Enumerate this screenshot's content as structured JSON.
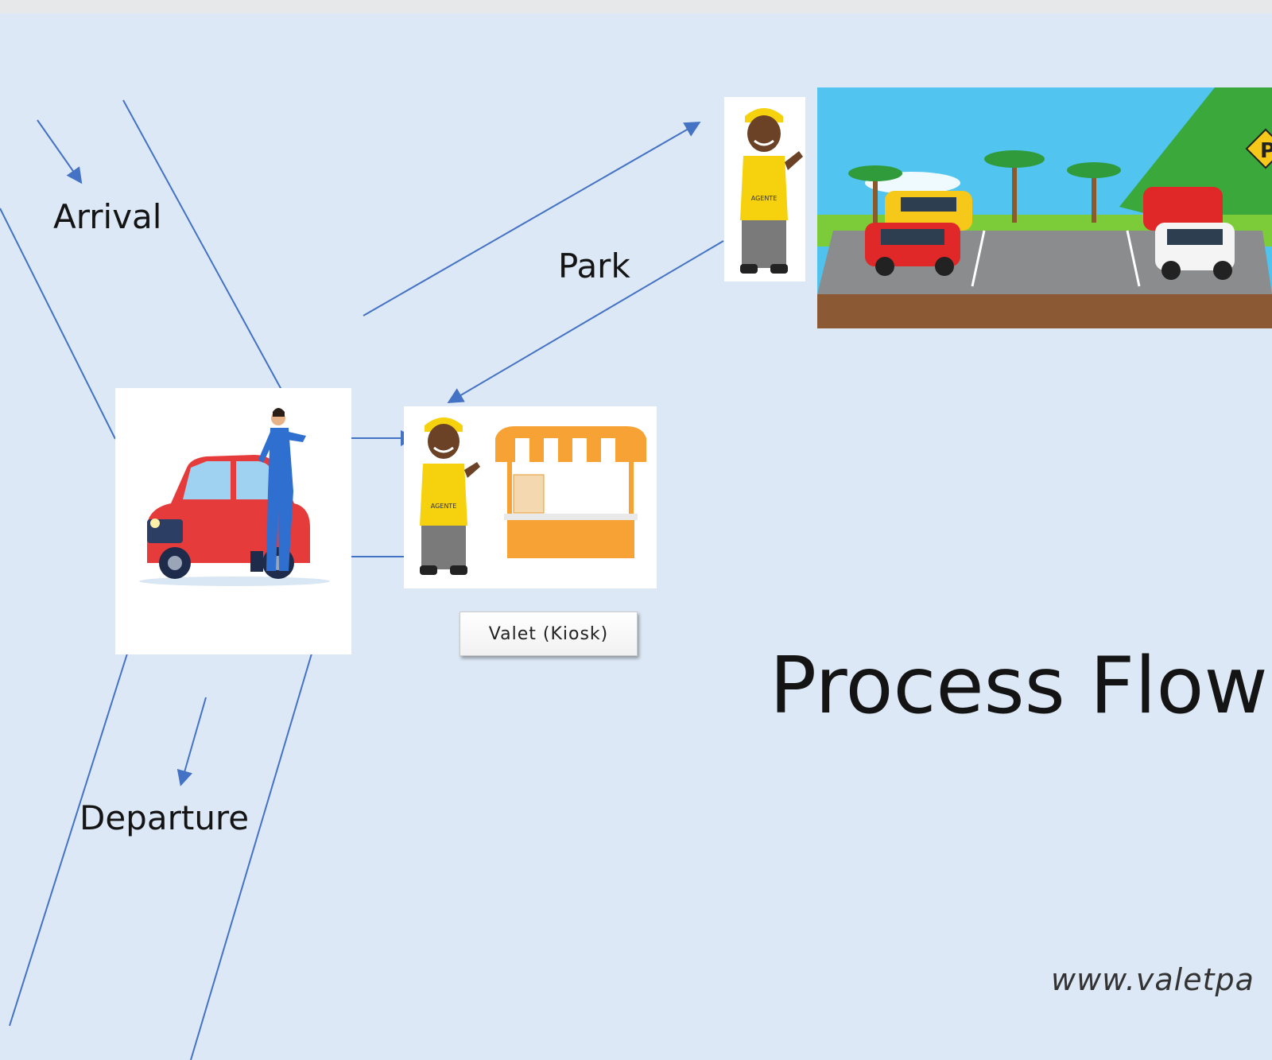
{
  "labels": {
    "arrival": "Arrival",
    "park": "Park",
    "departure": "Departure",
    "kiosk": "Valet (Kiosk)",
    "title": "Process Flow",
    "url": "www.valetpa",
    "agent_badge": "AGENTE",
    "parking_sign": "P"
  },
  "colors": {
    "background": "#dce8f5",
    "line": "#4472c4",
    "valet_shirt": "#f5d20d",
    "car_red": "#e63b3b",
    "kiosk_orange": "#f7a234"
  },
  "icons": [
    "valet-attendant-icon",
    "customer-with-car-icon",
    "kiosk-stall-icon",
    "parking-lot-scene"
  ]
}
